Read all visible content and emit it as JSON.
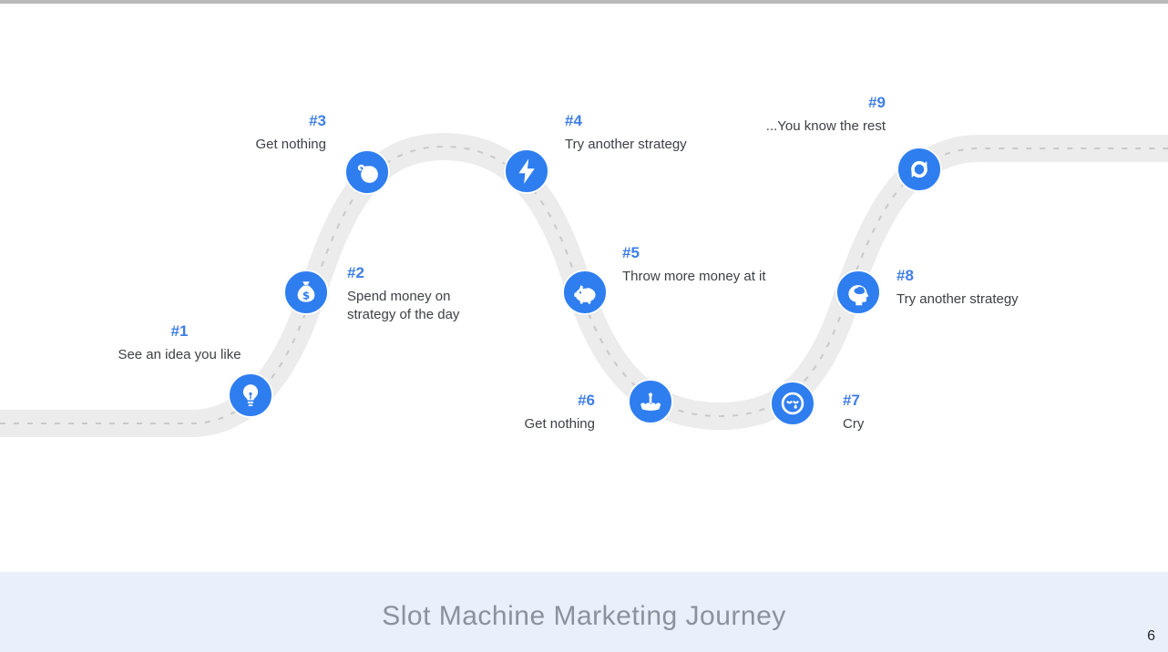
{
  "footer": {
    "title": "Slot Machine Marketing Journey",
    "page_number": "6"
  },
  "steps": [
    {
      "number": "#1",
      "label": "See an idea you like",
      "icon": "lightbulb-icon"
    },
    {
      "number": "#2",
      "label": "Spend money on strategy of the day",
      "icon": "money-bag-icon"
    },
    {
      "number": "#3",
      "label": "Get nothing",
      "icon": "bomb-icon"
    },
    {
      "number": "#4",
      "label": "Try another strategy",
      "icon": "lightning-bolt-icon"
    },
    {
      "number": "#5",
      "label": "Throw more money at it",
      "icon": "piggy-bank-icon"
    },
    {
      "number": "#6",
      "label": "Get nothing",
      "icon": "drowning-hand-icon"
    },
    {
      "number": "#7",
      "label": "Cry",
      "icon": "crying-face-icon"
    },
    {
      "number": "#8",
      "label": "Try another strategy",
      "icon": "head-brain-icon"
    },
    {
      "number": "#9",
      "label": "...You know the rest",
      "icon": "repeat-cycle-icon"
    }
  ],
  "colors": {
    "accent_blue": "#2f7ef0",
    "label_blue": "#3e7ee8",
    "road_gray": "#ececec",
    "road_dash": "#c9c9c9",
    "text_dark": "#3d4045",
    "footer_bg": "#eaf0fb",
    "footer_title": "#8b919d"
  }
}
